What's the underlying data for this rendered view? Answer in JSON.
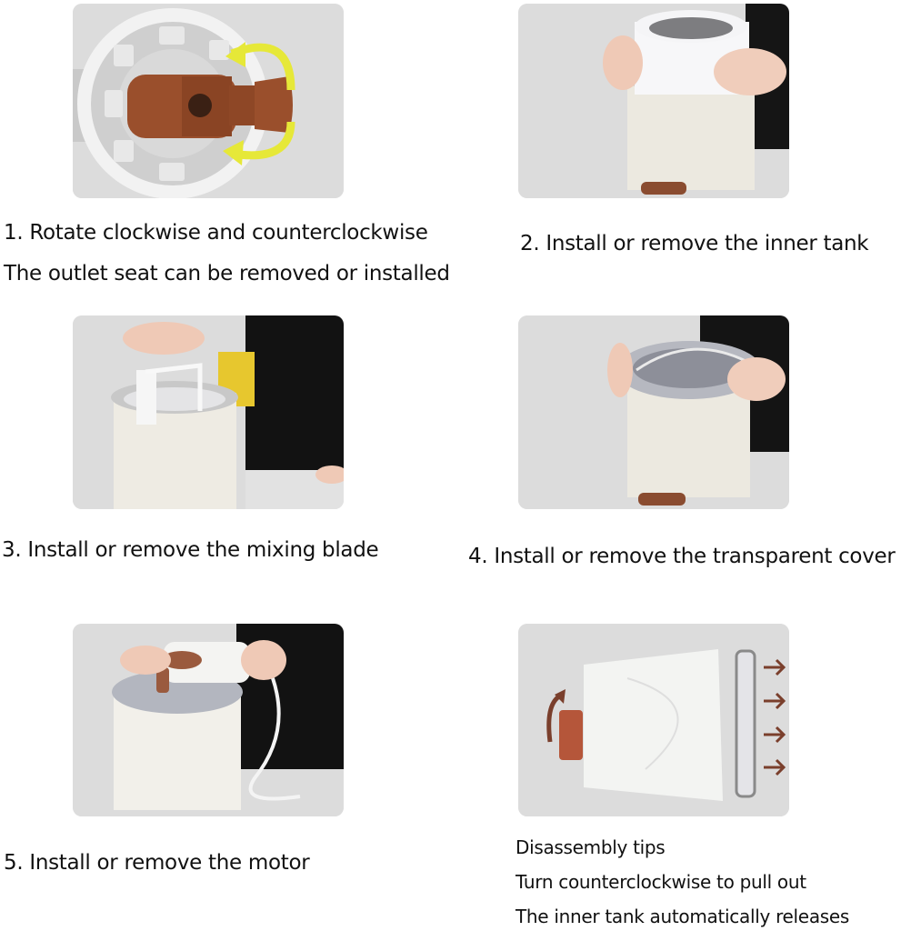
{
  "steps": [
    {
      "number": 1,
      "caption_line1": "1. Rotate clockwise and counterclockwise",
      "caption_line2": "The outlet seat can be removed or installed",
      "image": "outlet-seat-rotation-photo"
    },
    {
      "number": 2,
      "caption": "2. Install or remove the inner tank",
      "image": "inner-tank-photo"
    },
    {
      "number": 3,
      "caption": "3. Install or remove the mixing blade",
      "image": "mixing-blade-photo"
    },
    {
      "number": 4,
      "caption": "4. Install or remove the transparent cover",
      "image": "transparent-cover-photo"
    },
    {
      "number": 5,
      "caption": "5. Install or remove the motor",
      "image": "motor-photo"
    }
  ],
  "tips": {
    "title": "Disassembly tips",
    "line1": "Turn counterclockwise to pull out",
    "line2": "The inner tank automatically releases",
    "image": "disassembly-tank-photo"
  },
  "colors": {
    "panel_bg": "#dedede",
    "appliance_white": "#f1efe8",
    "outlet_brown": "#9a4f2c",
    "arrow_yellow": "#e6e838",
    "arrow_brown": "#7a3f2c",
    "apron_black": "#141414"
  }
}
